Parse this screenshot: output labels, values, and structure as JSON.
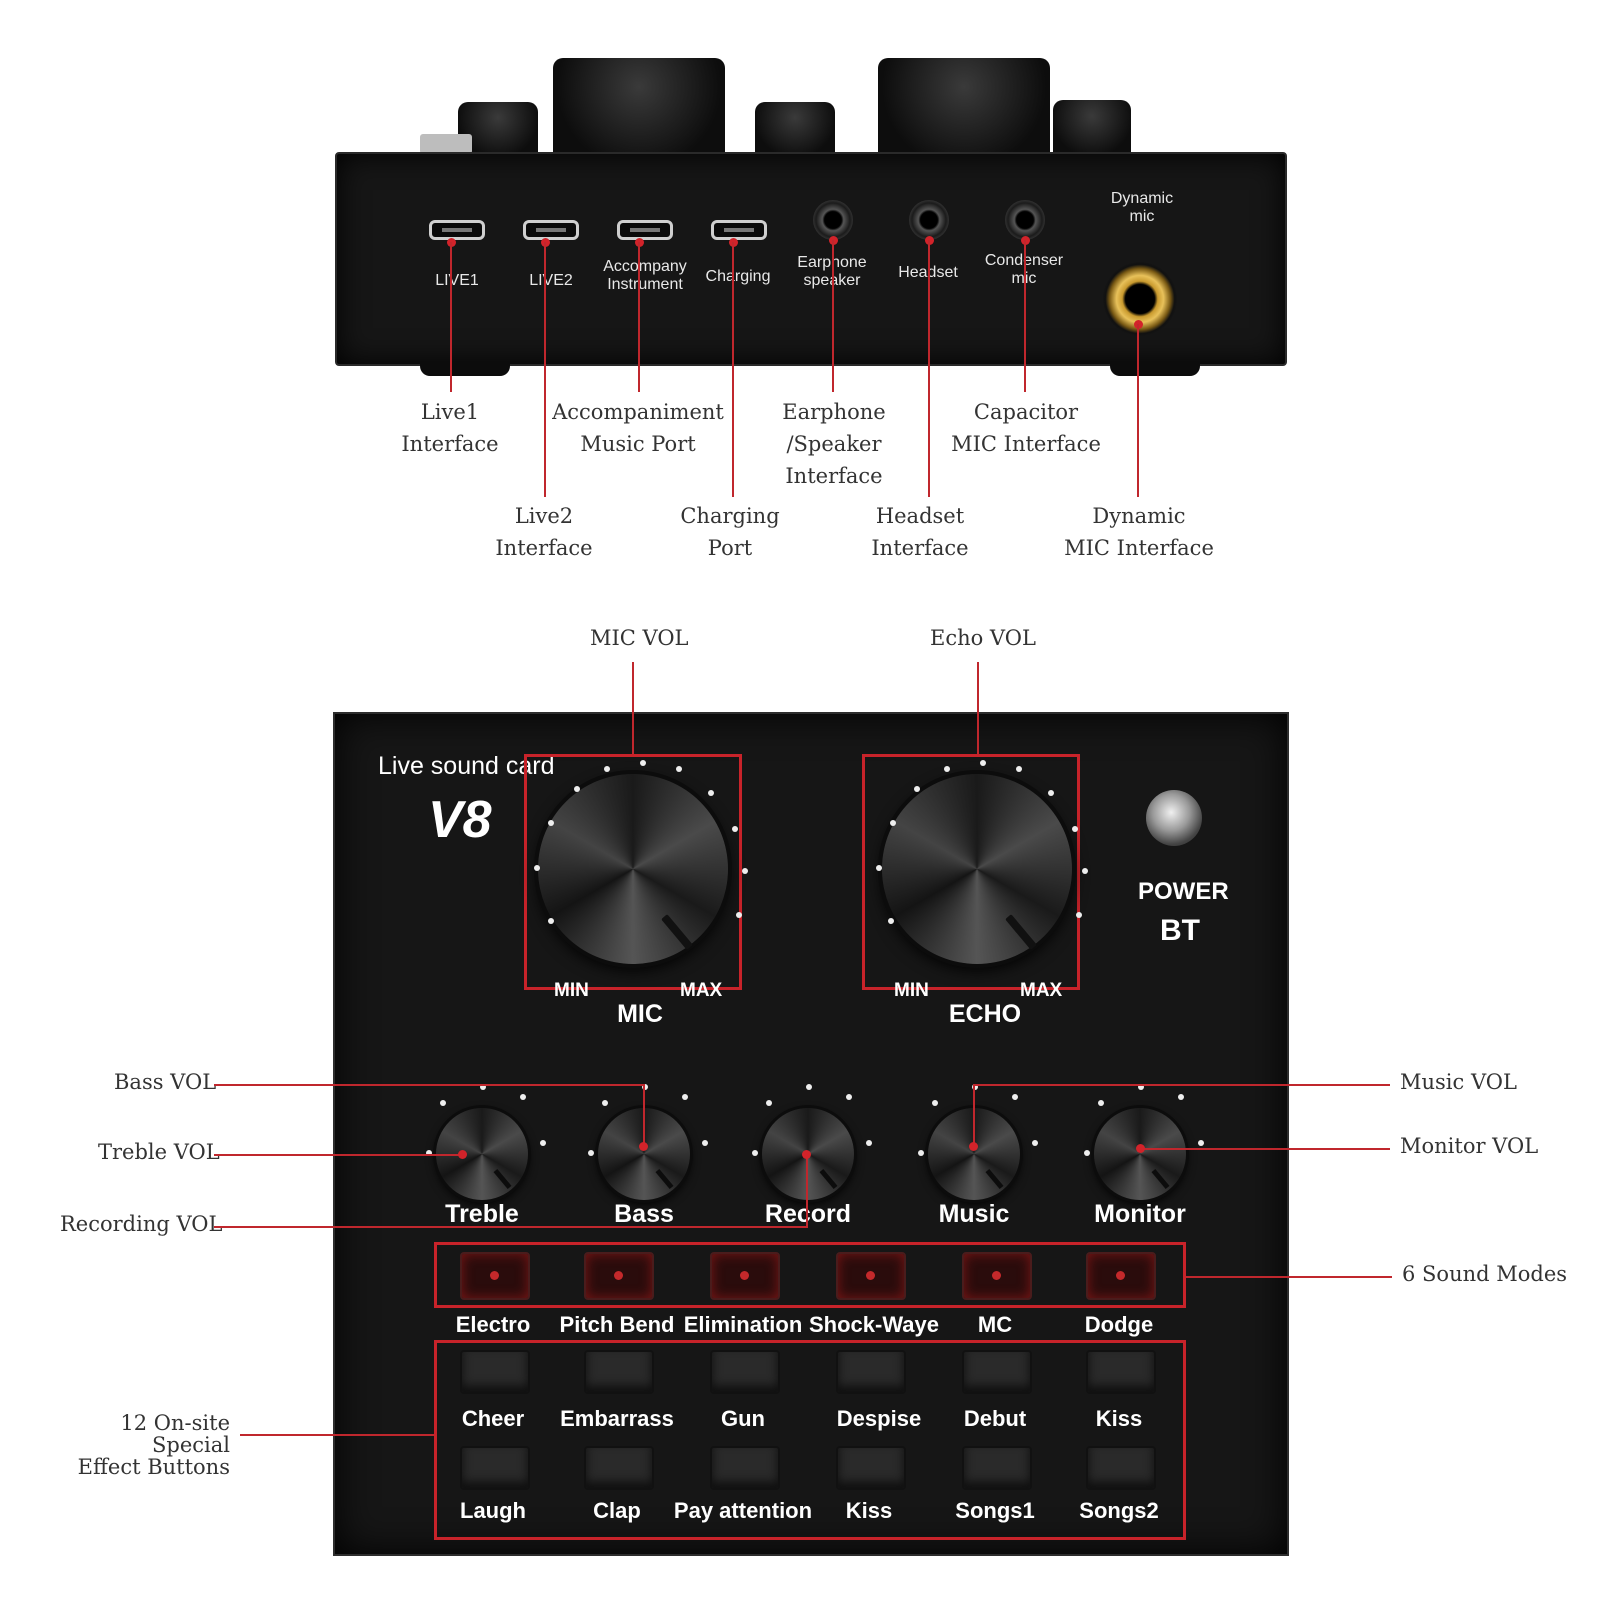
{
  "back_panel": {
    "port_labels": {
      "live1": "LIVE1",
      "live2": "LIVE2",
      "accompany": "Accompany\nInstrument",
      "charging": "Charging",
      "earphone": "Earphone\nspeaker",
      "headset": "Headset",
      "condenser": "Condenser\nmic",
      "dynamic": "Dynamic\nmic"
    },
    "callouts": {
      "live1": "Live1\nInterface",
      "live2": "Live2\nInterface",
      "accompaniment": "Accompaniment\nMusic Port",
      "charging": "Charging\nPort",
      "earphone": "Earphone\n/Speaker Interface",
      "headset": "Headset\nInterface",
      "capacitor": "Capacitor\nMIC Interface",
      "dynamic": "Dynamic\nMIC Interface"
    }
  },
  "front_panel": {
    "brand": "Live sound card",
    "model": "V8",
    "power": "POWER",
    "bt": "BT",
    "min": "MIN",
    "max": "MAX",
    "big_knobs": {
      "mic": "MIC",
      "echo": "ECHO"
    },
    "small_knobs": [
      "Treble",
      "Bass",
      "Record",
      "Music",
      "Monitor"
    ],
    "sound_modes": [
      "Electro",
      "Pitch Bend",
      "Elimination",
      "Shock-Waye",
      "MC",
      "Dodge"
    ],
    "effects_row1": [
      "Cheer",
      "Embarrass",
      "Gun",
      "Despise",
      "Debut",
      "Kiss"
    ],
    "effects_row2": [
      "Laugh",
      "Clap",
      "Pay attention",
      "Kiss",
      "Songs1",
      "Songs2"
    ]
  },
  "annotations": {
    "mic_vol": "MIC VOL",
    "echo_vol": "Echo VOL",
    "bass_vol": "Bass VOL",
    "treble_vol": "Treble VOL",
    "recording_vol": "Recording VOL",
    "music_vol": "Music VOL",
    "monitor_vol": "Monitor VOL",
    "sound_modes": "6 Sound Modes",
    "effect_buttons": "12 On-site Special\nEffect Buttons"
  },
  "colors": {
    "accent_red": "#c8232a",
    "device": "#161616"
  }
}
